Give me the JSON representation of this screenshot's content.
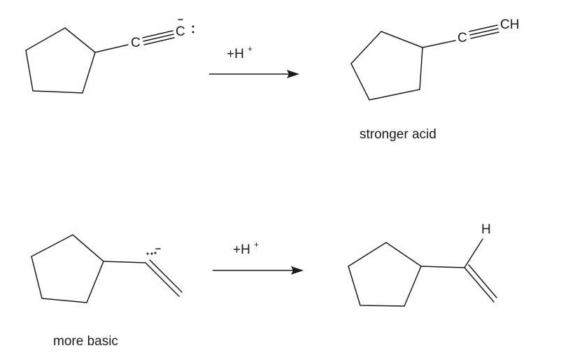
{
  "top_reaction": {
    "reactant": {
      "carbon_label": "C",
      "triple_carbon_label": "C"
    },
    "reagent": {
      "text": "+H",
      "charge": "+"
    },
    "product": {
      "carbon_label": "C",
      "terminal_label": "CH"
    },
    "product_caption": "stronger acid"
  },
  "bottom_reaction": {
    "reagent": {
      "text": "+H",
      "charge": "+"
    },
    "product": {
      "hydrogen_label": "H"
    },
    "reactant_caption": "more basic"
  }
}
